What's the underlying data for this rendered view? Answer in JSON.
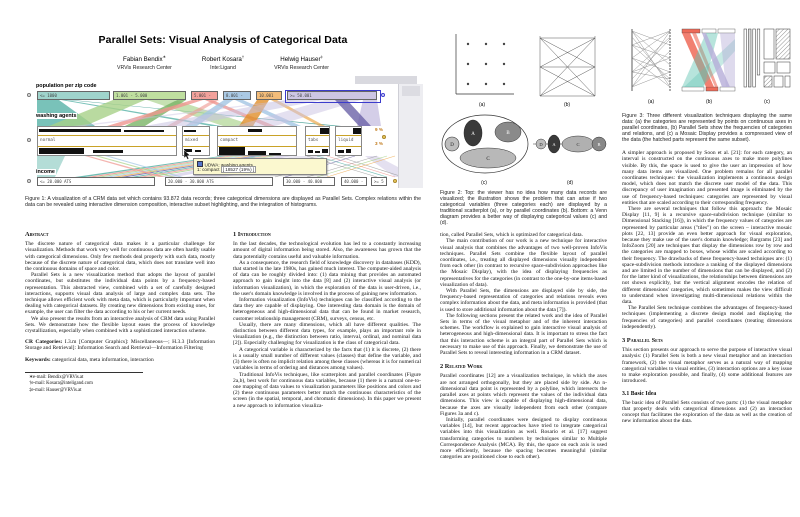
{
  "paper": {
    "title": "Parallel Sets: Visual Analysis of Categorical Data",
    "authors": [
      {
        "name": "Fabian Bendix",
        "mark": "∗",
        "affiliation": "VRVis Research Center"
      },
      {
        "name": "Robert Kosara",
        "mark": "†",
        "affiliation": "Inte:Ligand"
      },
      {
        "name": "Helwig Hauser",
        "mark": "‡",
        "affiliation": "VRVis Research Center"
      }
    ]
  },
  "figure1": {
    "dim1": {
      "label": "population per zip code",
      "categories": [
        {
          "label": "<= 1000",
          "color": "#9fd4cc"
        },
        {
          "label": "1.001 - 5.000",
          "color": "#bfdf9f"
        },
        {
          "label": "5.001 -",
          "color": "#f2a19b"
        },
        {
          "label": "8.001 -",
          "color": "#aac9e4"
        },
        {
          "label": "10.001",
          "color": "#f3bc79"
        },
        {
          "label": ">= 50.001",
          "color": "#cdc6e3"
        }
      ]
    },
    "dim2": {
      "label": "washing agents",
      "categories": [
        {
          "label": "normal"
        },
        {
          "label": "mixed"
        },
        {
          "label": "compact"
        },
        {
          "label": "tabs"
        },
        {
          "label": "liquid"
        }
      ]
    },
    "dim3": {
      "label": "income",
      "categories": [
        {
          "label": "<= 20.000 ATS"
        },
        {
          "label": "20.000 - 30.000 ATS"
        },
        {
          "label": "30.000 - 40.000"
        },
        {
          "label": "40.000 -"
        },
        {
          "label": ">= 5"
        }
      ]
    },
    "tooltip": {
      "title": "UDWA: washing agents",
      "value_prefix": "1: compact",
      "value_boxed": "[ 18527 (19%) ]"
    },
    "side_stats": [
      "9 %",
      "3 %"
    ],
    "caption": "Figure 1: A visualization of a CRM data set which contains 93.872 data records; three categorical dimensions are displayed as Parallel Sets. Complex relations within the data can be revealed using interactive dimension composition, interactive subset highlighting, and the integration of histograms."
  },
  "abstract": {
    "heading": "Abstract",
    "paragraphs": [
      "The discrete nature of categorical data makes it a particular challenge for visualization. Methods that work very well for continuous data are often hardly usable with categorical dimensions. Only few methods deal properly with such data, mostly because of the discrete nature of categorical data, which does not translate well into the continuous domains of space and color.",
      "Parallel Sets is a new visualization method that adopts the layout of parallel coordinates, but substitutes the individual data points by a frequency-based representation. This abstracted view, combined with a set of carefully designed interactions, supports visual data analysis of large and complex data sets. The technique allows efficient work with meta data, which is particularly important when dealing with categorical datasets. By creating new dimensions from existing ones, for example, the user can filter the data according to his or her current needs.",
      "We also present the results from an interactive analysis of CRM data using Parallel Sets. We demonstrate how the flexible layout eases the process of knowledge crystallization, especially when combined with a sophisticated interaction scheme."
    ]
  },
  "cr_categories": {
    "label": "CR Categories:",
    "text": "I.3.m [Computer Graphics]: Miscellaneous—; H.3.3 [Information Storage and Retrieval]: Information Search and Retrieval—Information Filtering"
  },
  "keywords": {
    "label": "Keywords:",
    "text": "categorical data, meta information, interaction"
  },
  "footnotes": [
    "∗e-mail: Bendix@VRVis.at",
    "†e-mail: Kosara@inteligand.com",
    "‡e-mail: Hauser@VRVis.at"
  ],
  "introduction": {
    "heading": "1 Introduction",
    "paragraphs": [
      "In the last decades, the technological evolution has led to a constantly increasing amount of digital information being stored. Also, the awareness has grown that the data potentially contains useful and valuable information.",
      "As a consequence, the research field of knowledge discovery in databases (KDD), that started in the late 1980s, has gained much interest. The computer-aided analysis of data can be roughly divided into: (1) data mining that provides an automated approach to gain insight into the data [8] and (2) interactive visual analysis (or information visualization), in which the exploration of the data is user-driven, i.e., the user's domain knowledge is involved in the process of gaining new information.",
      "Information visualization (InfoVis) techniques can be classified according to the data they are capable of displaying. One interesting data domain is the domain of heterogeneous and high-dimensional data that can be found in market research, customer relationship management (CRM), surveys, census, etc.",
      "Usually, there are many dimensions, which all have different qualities. The distinction between different data types, for example, plays an important role in visualization (e.g., the distinction between ratio, interval, ordinal, and nominal data [2]). Especially challenging for visualization is the class of categorical data.",
      "A categorical variable is characterized by the facts that (1) it is discrete, (2) there is a usually small number of different values (classes) that define the variable, and (3) there is often no implicit relation among these classes (whereas it is for numerical variables in terms of ordering and distances among values).",
      "Traditional InfoVis techniques, like scatterplots and parallel coordinates (Figure 2a,b), best work for continuous data variables, because (1) there is a natural one-to-one mapping of data values to visualization parameters like positions and colors and (2) these continuous parameters better match the continuous characteristics of the screen (in the spatial, temporal, and chromatic dimensions). In this paper we present a new approach to information visualiza-"
    ]
  },
  "figure2": {
    "sublabels": [
      "(a)",
      "(b)",
      "(c)",
      "(d)"
    ],
    "venn": {
      "a": "A",
      "b": "B",
      "c": "C",
      "d": "D"
    },
    "caption": "Figure 2: Top: the viewer has no idea how many data records are visualized; the illustration shows the problem that can arise if two categorical variables (three categories each) are displayed by a traditional scatterplot (a), or by parallel coordinates (b). Bottom: a Venn diagram provides a better way of displaying categorical values (c) and (d)."
  },
  "page2col1": {
    "paragraphs": [
      "tion, called Parallel Sets, which is optimized for categorical data.",
      "The main contribution of our work is a new technique for interactive visual analysis that combines the advantages of two well-proven InfoVis techniques. Parallel Sets combine the flexible layout of parallel coordinates, i.e., treating all displayed dimensions visually independent from each other (in contrast to recursive space-subdivision approaches like the Mosaic Display), with the idea of displaying frequencies as representatives for the categories (in contrast to the one-by-one items-based visualization of data).",
      "With Parallel Sets, the dimensions are displayed side by side, the frequency-based representation of categories and relations reveals even complex information about the data, and meta information is provided (that is used to store additional information about the data [7]).",
      "The following sections present the related work and the idea of Parallel Sets in terms of the visual metaphor and of the inherent interaction schemes. The workflow is explained to gain interactive visual analysis of heterogeneous and high-dimensional data. It is important to stress the fact that this interaction scheme is an integral part of Parallel Sets which is necessary to make use of this approach. Finally, we demonstrate the use of Parallel Sets to reveal interesting information in a CRM dataset."
    ]
  },
  "related_work": {
    "heading": "2 Related Work",
    "paragraphs": [
      "Parallel coordinates [12] are a visualization technique, in which the axes are not arranged orthogonally, but they are placed side by side. An n-dimensional data point is represented by a polyline, which intersects the parallel axes at points which represent the values of the individual data dimensions. This view is capable of displaying high-dimensional data, because the axes are visually independent from each other (compare Figures 3a and c).",
      "Initially, parallel coordinates were designed to display continuous variables [14], but recent approaches have tried to integrate categorical variables into this visualization as well. Rosario et al. [17] suggest transforming categories to numbers by techniques similar to Multiple Correspondence Analysis (MCA). By this, the space on each axis is used more efficiently, because the spacing becomes meaningful (similar categories are positioned close to each other)."
    ]
  },
  "figure3": {
    "sublabels": [
      "(a)",
      "(b)",
      "(c)"
    ],
    "caption": "Figure 3: Three different visualization techniques displaying the same data: (a) the categories are represented by points on continuous axes in parallel coordinates, (b) Parallel Sets show the frequencies of categories and relations, and (c) a Mosaic Display provides a compressed view of the data (the hatched parts represent the same subset)."
  },
  "page2col2": {
    "paragraphs": [
      "A simpler approach is proposed by Soon et al. [21]: for each category, an interval is constructed on the continuous axes to make more polylines visible. By this, the space is used to give the user an impression of how many data items are visualized. One problem remains for all parallel coordinates techniques: the visualization implements a continuous design model, which does not match the discrete user model of the data. This discrepancy of user imagination and presented image is eliminated by the use of frequency-based techniques: categories are represented by visual entities that are scaled according to their corresponding frequency.",
      "There are several techniques that follow this approach: the Mosaic Display [11, 9] is a recursive space-subdivision technique (similar to Dimensional Stacking [16]), in which the frequency values of categories are represented by particular areas (\"tiles\") on the screen – interactive mosaic plots [22, 13] provide an even better approach for visual exploration, because they make use of the user's domain knowledge; Bargrams [23] and InfoZoom [20] are techniques that display the dimensions row by row and the categories are mapped to boxes, whose widths are scaled according to their frequency. The drawbacks of these frequency-based techniques are: (1) space-subdivision methods introduce a ranking of the displayed dimensions and are limited in the number of dimensions that can be displayed, and (2) for the latter kind of visualizations, the relationships between dimensions are not shown explicitly, but the vertical alignment encodes the relation of different dimensions' categories, which sometimes makes the view difficult to understand when investigating multi-dimensional relations within the data.",
      "The Parallel Sets technique combines the advantages of frequency-based techniques (implementing a discrete design model and displaying the frequencies of categories) and parallel coordinates (treating dimensions independently)."
    ]
  },
  "section3": {
    "heading": "3 Parallel Sets",
    "paragraphs": [
      "This section presents our approach to serve the purpose of interactive visual analysis: (1) Parallel Sets is both a new visual metaphor and an interaction framework, (2) the visual metaphor serves as a natural way of mapping categorical variables to visual entities, (3) interaction options are a key issue to make exploration possible, and finally, (4) some additional features are introduced."
    ]
  },
  "section31": {
    "heading": "3.1 Basic Idea",
    "paragraphs": [
      "The basic idea of Parallel Sets consists of two parts: (1) the visual metaphor that properly deals with categorical dimensions and (2) an interaction concept that facilitates the exploration of the data as well as the creation of new information about the data."
    ]
  },
  "colors": {
    "teal": "#58b3a7",
    "green": "#a8d188",
    "salmon": "#ef958e",
    "blue": "#a3c6e4",
    "orange": "#eda94e",
    "lavender": "#c9c2e2",
    "purple": "#6b63a8",
    "selection": "#3c3ccc",
    "tooltip_bg": "#fbf8cf",
    "gold": "#c9a227"
  }
}
